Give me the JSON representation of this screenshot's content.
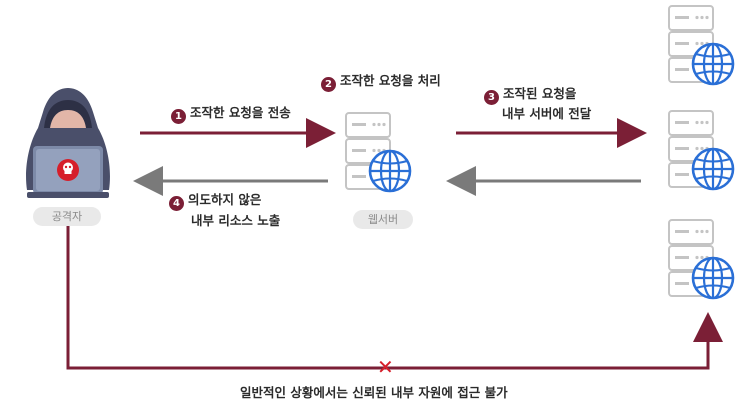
{
  "nodes": {
    "attacker": "공격자",
    "webserver": "웹서버"
  },
  "steps": {
    "step1": {
      "num": "1",
      "text": "조작한 요청을 전송"
    },
    "step2": {
      "num": "2",
      "text": "조작한 요청을 처리"
    },
    "step3": {
      "num": "3",
      "line1": "조작된 요청을",
      "line2": "내부 서버에 전달"
    },
    "step4": {
      "num": "4",
      "line1": "의도하지 않은",
      "line2": "내부 리소스 노출"
    }
  },
  "blocked_note": "일반적인 상황에서는 신뢰된 내부 자원에 접근 불가",
  "colors": {
    "arrow": "#7b1f36",
    "return_arrow": "#7a7a7a",
    "hood": "#4a4f6a",
    "block": "#d61e2a",
    "globe": "#2a6fd6"
  }
}
